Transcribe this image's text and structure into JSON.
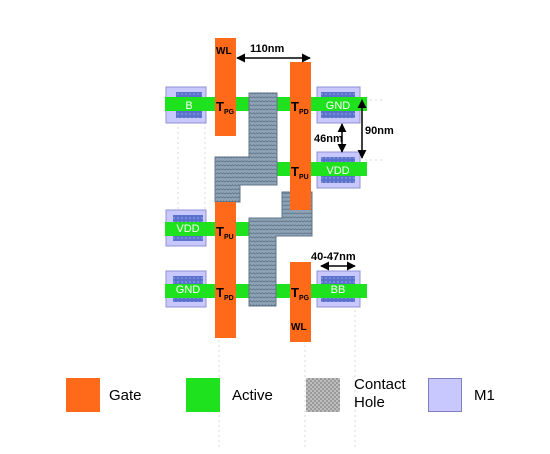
{
  "colors": {
    "gate": "#ff6a1a",
    "active": "#1ee21e",
    "contact": "#8aa0b4",
    "m1": "#c8c8ff",
    "m1_inner": "#5a6fc8"
  },
  "gate_labels": {
    "wl_top": "WL",
    "wl_bottom": "WL",
    "t_pg_left": "T",
    "t_pg_left_sub": "PG",
    "t_pd_right": "T",
    "t_pd_right_sub": "PD",
    "t_pu_right": "T",
    "t_pu_right_sub": "PU",
    "t_pu_left": "T",
    "t_pu_left_sub": "PU",
    "t_pd_left": "T",
    "t_pd_left_sub": "PD",
    "t_pg_right": "T",
    "t_pg_right_sub": "PG"
  },
  "terminals": {
    "b": "B",
    "gnd_top": "GND",
    "vdd_right": "VDD",
    "vdd_left": "VDD",
    "gnd_bottom": "GND",
    "bb": "BB"
  },
  "dimensions": {
    "gate_pitch": "110nm",
    "contact_spacing": "46nm",
    "cell_height": "90nm",
    "contact_width": "40-47nm"
  },
  "legend": {
    "gate": "Gate",
    "active": "Active",
    "contact_line1": "Contact",
    "contact_line2": "Hole",
    "m1": "M1"
  }
}
